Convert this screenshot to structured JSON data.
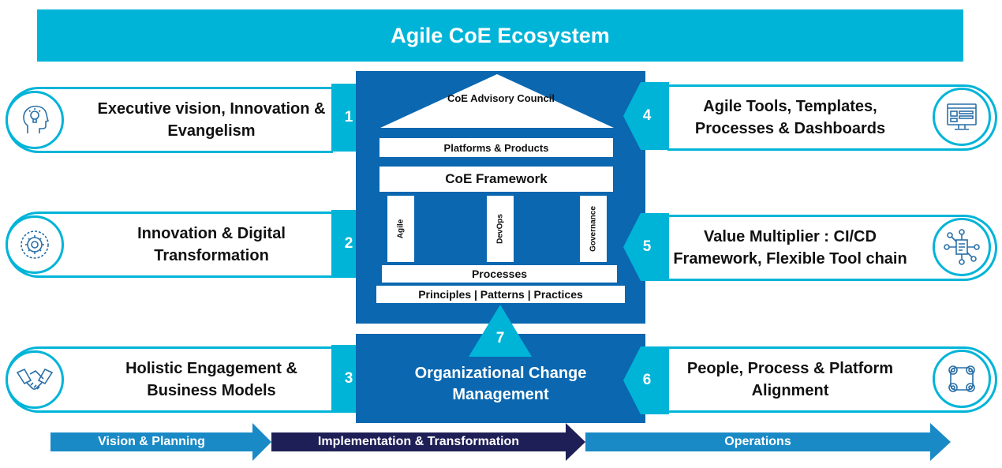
{
  "title": "Agile CoE Ecosystem",
  "left_items": [
    {
      "num": "1",
      "label": "Executive vision, Innovation & Evangelism",
      "icon": "lightbulb-head-icon"
    },
    {
      "num": "2",
      "label": "Innovation & Digital Transformation",
      "icon": "gear-circle-icon"
    },
    {
      "num": "3",
      "label": "Holistic Engagement & Business Models",
      "icon": "handshake-icon"
    }
  ],
  "right_items": [
    {
      "num": "4",
      "label": "Agile Tools, Templates, Processes & Dashboards",
      "icon": "dashboard-monitor-icon"
    },
    {
      "num": "5",
      "label": "Value Multiplier : CI/CD Framework, Flexible Tool chain",
      "icon": "network-hub-icon"
    },
    {
      "num": "6",
      "label": "People, Process & Platform Alignment",
      "icon": "alignment-grid-icon"
    }
  ],
  "house": {
    "roof_label": "CoE Advisory Council",
    "platforms": "Platforms & Products",
    "framework": "CoE Framework",
    "pillars": [
      "Agile",
      "DevOps",
      "Governance"
    ],
    "processes": "Processes",
    "principles": "Principles | Patterns | Practices"
  },
  "center_bottom": {
    "num": "7",
    "label": "Organizational Change Management"
  },
  "phases": [
    "Vision & Planning",
    "Implementation & Transformation",
    "Operations"
  ],
  "colors": {
    "accent": "#00b4d8",
    "house_blue": "#0a67b0",
    "phase1": "#1a8ac6",
    "phase2": "#1f1f57",
    "phase3": "#1a8ac6"
  }
}
